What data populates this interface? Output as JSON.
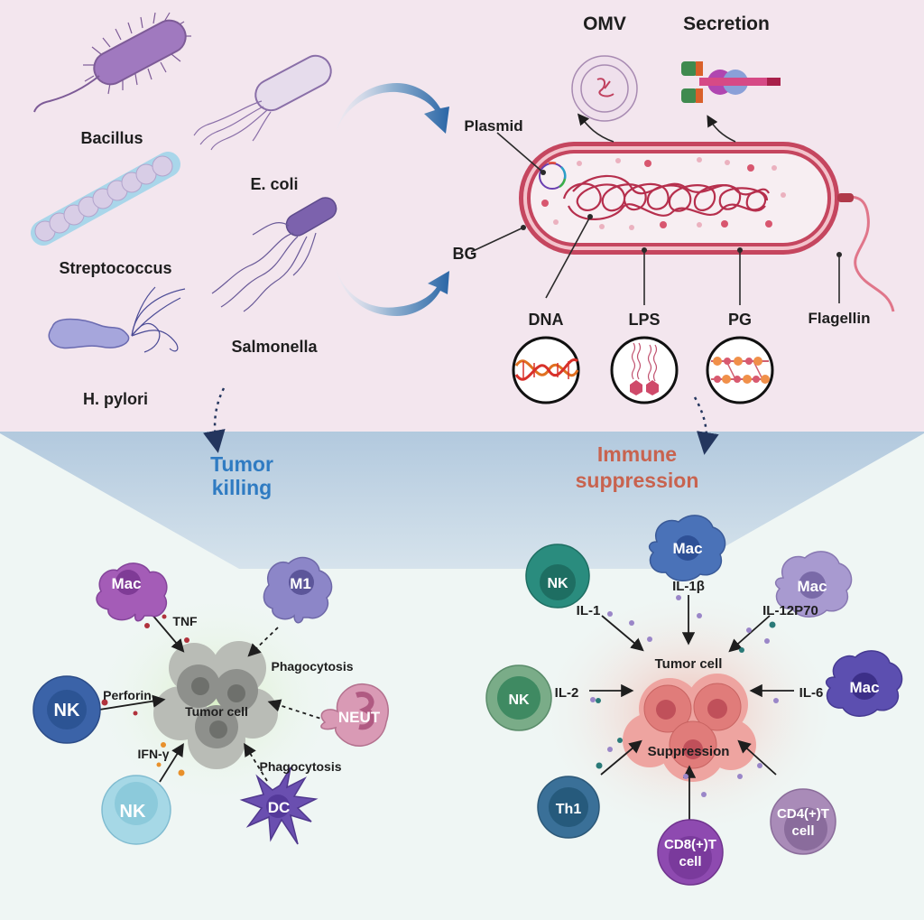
{
  "colors": {
    "top_bg": "#f3e6ee",
    "bottom_bg": "#eff6f4",
    "funnel": "#b7cde0",
    "tumor_killing": "#2f7bc2",
    "immune_suppression": "#c8634f",
    "membrane": "#c5465f",
    "arrow_blue": "#2d6fae"
  },
  "bacteria": [
    {
      "name": "Bacillus"
    },
    {
      "name": "E. coli"
    },
    {
      "name": "Streptococcus"
    },
    {
      "name": "Salmonella"
    },
    {
      "name": "H. pylori"
    }
  ],
  "components": {
    "omv": "OMV",
    "secretion": "Secretion",
    "plasmid": "Plasmid",
    "bg": "BG",
    "dna": "DNA",
    "lps": "LPS",
    "pg": "PG",
    "flagellin": "Flagellin"
  },
  "outcomes": {
    "tumor_killing": [
      "Tumor",
      "killing"
    ],
    "immune_suppression": [
      "Immune",
      "suppression"
    ]
  },
  "killing": {
    "center": "Tumor cell",
    "cells": [
      {
        "label": "Mac",
        "signal": "TNF"
      },
      {
        "label": "M1",
        "signal": "Phagocytosis"
      },
      {
        "label": "NK",
        "signal": "Perforin"
      },
      {
        "label": "NEUT",
        "signal": ""
      },
      {
        "label": "NK",
        "signal": "IFN-γ"
      },
      {
        "label": "DC",
        "signal": "Phagocytosis"
      }
    ]
  },
  "suppression": {
    "center_top": "Tumor cell",
    "center_bottom": "Suppression",
    "cells": [
      {
        "label": "Mac",
        "signal": "IL-1β"
      },
      {
        "label": "NK",
        "signal": "IL-1"
      },
      {
        "label": "Mac",
        "signal": "IL-12P70"
      },
      {
        "label": "NK",
        "signal": "IL-2"
      },
      {
        "label": "Mac",
        "signal": "IL-6"
      },
      {
        "label": "Th1",
        "signal": ""
      },
      {
        "label": [
          "CD8(+)T",
          "cell"
        ],
        "signal": ""
      },
      {
        "label": [
          "CD4(+)T",
          "cell"
        ],
        "signal": ""
      }
    ]
  }
}
